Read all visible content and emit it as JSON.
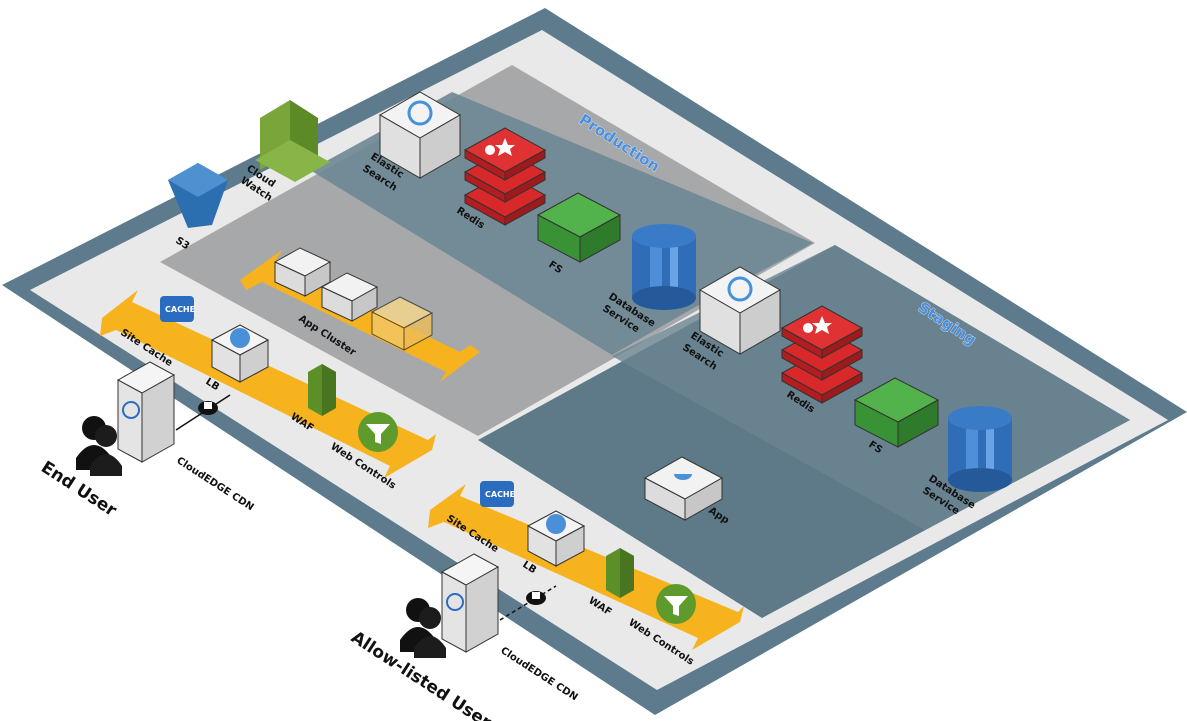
{
  "zones": {
    "production": "Production",
    "staging": "Staging"
  },
  "components": {
    "cloud_watch": [
      "Cloud",
      "Watch"
    ],
    "s3": "S3",
    "app_cluster": "App Cluster",
    "prod_elastic": [
      "Elastic",
      "Search"
    ],
    "prod_redis": "Redis",
    "prod_fs": "FS",
    "prod_db": [
      "Database",
      "Service"
    ],
    "stg_elastic": [
      "Elastic",
      "Search"
    ],
    "stg_redis": "Redis",
    "stg_fs": "FS",
    "stg_db": [
      "Database",
      "Service"
    ],
    "stg_app": "App"
  },
  "edge_public": {
    "site_cache": "Site Cache",
    "cache_badge": "CACHE",
    "lb": "LB",
    "waf": "WAF",
    "web_controls": "Web Controls",
    "cdn": "CloudEDGE CDN",
    "user": "End User"
  },
  "edge_private": {
    "site_cache": "Site Cache",
    "cache_badge": "CACHE",
    "lb": "LB",
    "waf": "WAF",
    "web_controls": "Web Controls",
    "cdn": "CloudEDGE CDN",
    "user": "Allow-listed Users"
  },
  "colors": {
    "frame": "#5d7b8c",
    "inner": "#e9e9ea",
    "production_bg": "#a7a8aa",
    "production_dark": "#69838f",
    "staging_bg": "#5e7a88",
    "edge_band": "#f7b31d",
    "redis": "#d9282a",
    "fs": "#3ea13b",
    "database": "#2f6db7",
    "waf": "#5d8f29",
    "web_controls": "#5f9a2d"
  },
  "icons": {
    "elastic_search": "elastic-search-icon",
    "redis": "redis-icon",
    "fs": "fs-icon",
    "database": "database-icon",
    "app": "docker-icon",
    "load_balancer": "load-balancer-icon",
    "waf": "waf-icon",
    "web_controls": "filter-icon",
    "cdn": "cdn-server-icon",
    "lock": "lock-icon",
    "user": "user-icon",
    "s3": "s3-bucket-icon",
    "cloud_watch": "cloudwatch-icon"
  }
}
